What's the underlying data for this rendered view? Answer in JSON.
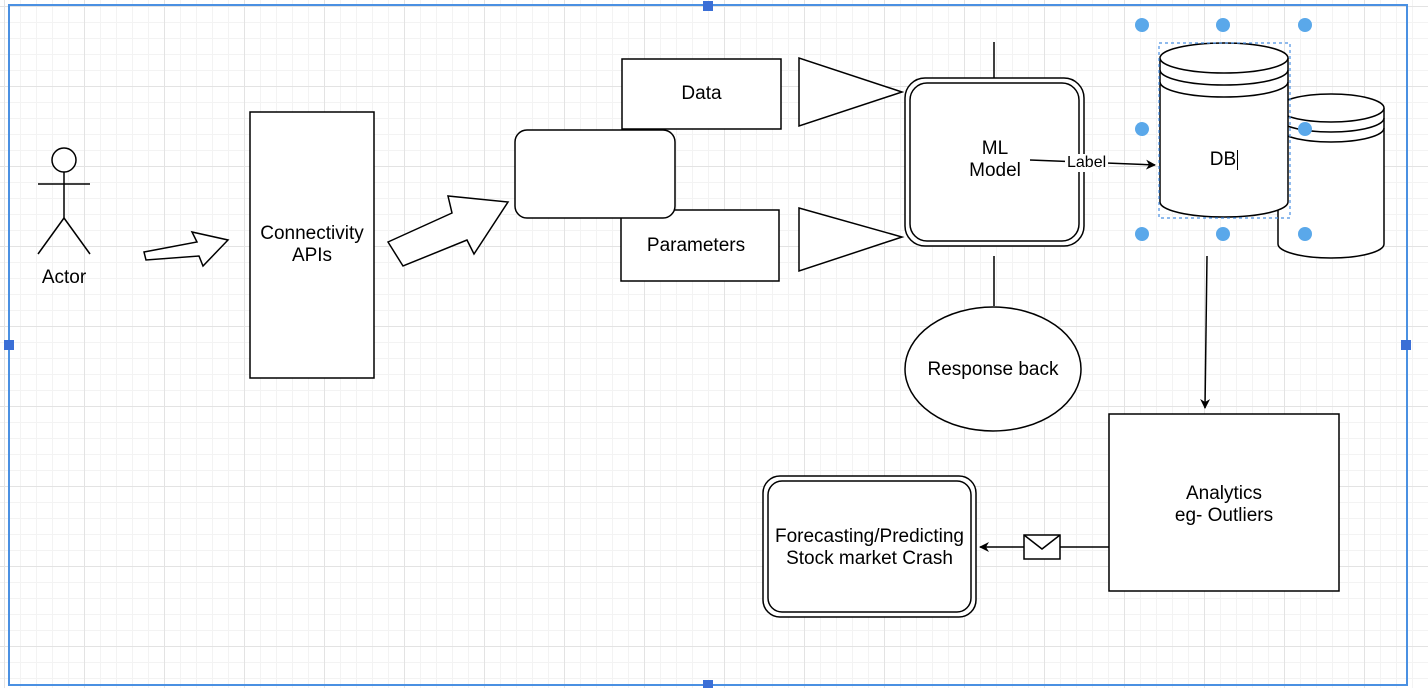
{
  "diagram": {
    "actor_label": "Actor",
    "connectivity_label": "Connectivity\nAPIs",
    "data_label": "Data",
    "parameters_label": "Parameters",
    "ml_model_label": "ML\nModel",
    "edge_label": "Label",
    "db_label": "DB",
    "response_label": "Response back",
    "analytics_label": "Analytics\neg- Outliers",
    "forecasting_label": "Forecasting/Predicting\nStock market Crash"
  },
  "colors": {
    "selection": "#4a90e2",
    "handle": "#3b6fd6",
    "stroke": "#000000",
    "grid": "#e3e3e3"
  }
}
